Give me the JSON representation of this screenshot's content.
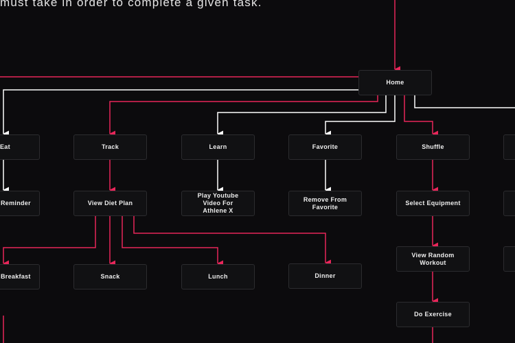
{
  "intro_text": "must take in order to complete a given task.",
  "colors": {
    "accent": "#e8265a",
    "secondary": "#ffffff",
    "background": "#0c0b0d",
    "node_border": "#2c2c2f"
  },
  "nodes": {
    "home": "Home",
    "eat": "Eat",
    "track": "Track",
    "learn": "Learn",
    "favorite": "Favorite",
    "shuffle": "Shuffle",
    "reminder": "Reminder",
    "view_diet_plan": "View Diet Plan",
    "play_youtube": "Play Youtube Video For Athlene X",
    "remove_favorite": "Remove From Favorite",
    "select_equipment": "Select Equipment",
    "breakfast": "Breakfast",
    "snack": "Snack",
    "lunch": "Lunch",
    "dinner": "Dinner",
    "view_random_workout": "View Random Workout",
    "do_exercise": "Do Exercise"
  }
}
